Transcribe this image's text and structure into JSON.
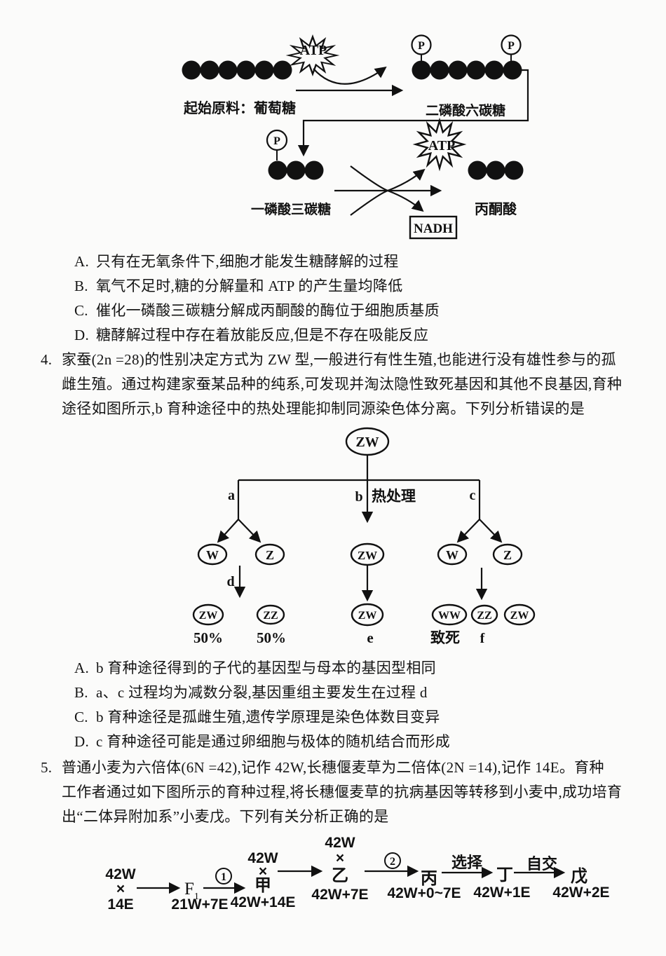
{
  "q3": {
    "glycolysis": {
      "atp1": "ATP",
      "atp2": "ATP",
      "p_left": "P",
      "p_right": "P",
      "p_mid": "P",
      "glucose_label": "起始原料：葡萄糖",
      "hexose_label": "二磷酸六碳糖",
      "triose_label": "一磷酸三碳糖",
      "pyruvate_label": "丙酮酸",
      "nadh": "NADH"
    },
    "options": [
      {
        "label": "A.",
        "text": "只有在无氧条件下,细胞才能发生糖酵解的过程"
      },
      {
        "label": "B.",
        "text": "氧气不足时,糖的分解量和 ATP 的产生量均降低"
      },
      {
        "label": "C.",
        "text": "催化一磷酸三碳糖分解成丙酮酸的酶位于细胞质基质"
      },
      {
        "label": "D.",
        "text": "糖酵解过程中存在着放能反应,但是不存在吸能反应"
      }
    ]
  },
  "q4": {
    "number": "4.",
    "lines": [
      "家蚕(2n =28)的性别决定方式为 ZW 型,一般进行有性生殖,也能进行没有雄性参与的孤",
      "雌生殖。通过构建家蚕某品种的纯系,可发现并淘汰隐性致死基因和其他不良基因,育种",
      "途径如图所示,b 育种途径中的热处理能抑制同源染色体分离。下列分析错误的是"
    ],
    "diagram": {
      "parent": "ZW",
      "a": "a",
      "b": "b",
      "heat": "热处理",
      "c": "c",
      "d": "d",
      "e": "e",
      "f": "f",
      "a_w": "W",
      "a_z": "Z",
      "b_zw": "ZW",
      "c_w": "W",
      "c_z": "Z",
      "a_off1": "ZW",
      "a_off2": "ZZ",
      "pct1": "50%",
      "pct2": "50%",
      "b_off": "ZW",
      "c_off1": "WW",
      "c_off2": "ZZ",
      "c_off3": "ZW",
      "lethal": "致死"
    },
    "options": [
      {
        "label": "A.",
        "text": "b 育种途径得到的子代的基因型与母本的基因型相同"
      },
      {
        "label": "B.",
        "text": "a、c 过程均为减数分裂,基因重组主要发生在过程 d"
      },
      {
        "label": "C.",
        "text": "b 育种途径是孤雌生殖,遗传学原理是染色体数目变异"
      },
      {
        "label": "D.",
        "text": "c 育种途径可能是通过卵细胞与极体的随机结合而形成"
      }
    ]
  },
  "q5": {
    "number": "5.",
    "lines": [
      "普通小麦为六倍体(6N =42),记作 42W,长穗偃麦草为二倍体(2N =14),记作 14E。育种",
      "工作者通过如下图所示的育种过程,将长穗偃麦草的抗病基因等转移到小麦中,成功培育",
      "出“二体异附加系”小麦戊。下列有关分析正确的是"
    ],
    "diagram": {
      "p1_top": "42W",
      "cross1": "×",
      "p1_bottom": "14E",
      "f1": "F",
      "f1_sub": "1",
      "f1_below": "21W+7E",
      "step1": "1",
      "jia_top": "42W",
      "jia_cross": "×",
      "jia": "甲",
      "jia_below": "42W+14E",
      "yi_top": "42W",
      "yi_cross": "×",
      "yi": "乙",
      "yi_below": "42W+7E",
      "step2": "2",
      "bing": "丙",
      "bing_below": "42W+0~7E",
      "select": "选择",
      "ding": "丁",
      "ding_below": "42W+1E",
      "selfing": "自交",
      "wu": "戊",
      "wu_below": "42W+2E"
    }
  }
}
